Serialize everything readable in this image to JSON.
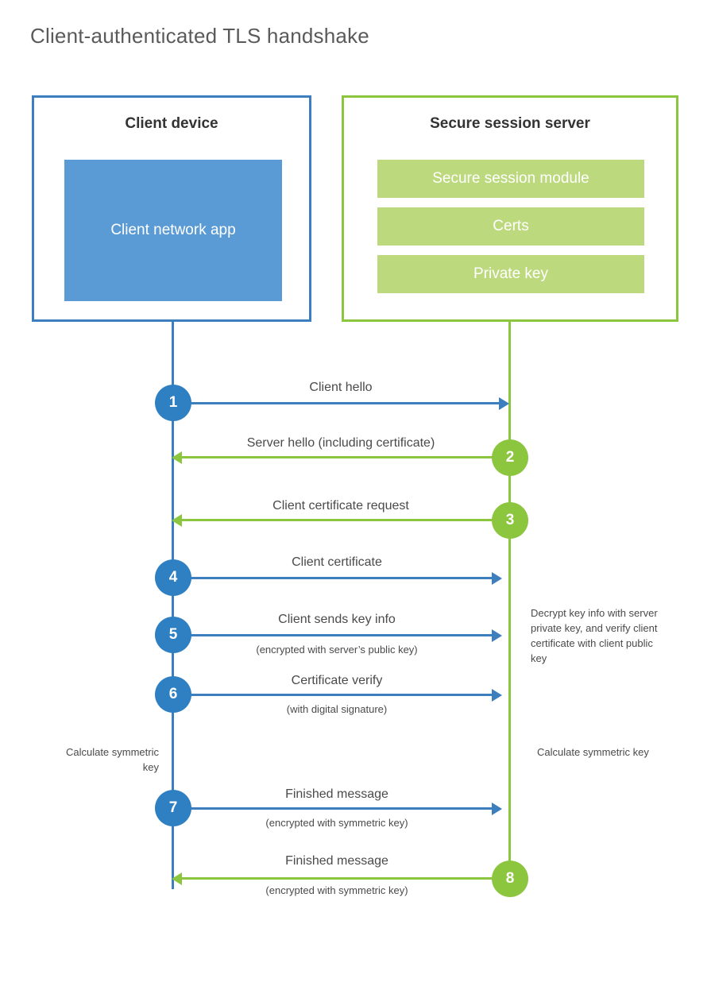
{
  "title": "Client-authenticated TLS handshake",
  "colors": {
    "blue_border": "#3c7ebe",
    "blue_fill": "#5b9bd5",
    "blue_circle": "#2f80c2",
    "green_border": "#8cc63f",
    "green_fill": "#bdd97e",
    "green_circle": "#8cc63f",
    "text": "#4a4a4a"
  },
  "actors": {
    "client": {
      "title": "Client device",
      "app_label": "Client network app"
    },
    "server": {
      "title": "Secure session server",
      "modules": [
        "Secure session module",
        "Certs",
        "Private key"
      ]
    }
  },
  "steps": [
    {
      "number": "1",
      "label": "Client hello",
      "sublabel": "",
      "direction": "right",
      "color": "blue"
    },
    {
      "number": "2",
      "label": "Server hello (including certificate)",
      "sublabel": "",
      "direction": "left",
      "color": "green"
    },
    {
      "number": "3",
      "label": "Client certificate request",
      "sublabel": "",
      "direction": "left",
      "color": "green"
    },
    {
      "number": "4",
      "label": "Client certificate",
      "sublabel": "",
      "direction": "right",
      "color": "blue"
    },
    {
      "number": "5",
      "label": "Client sends key info",
      "sublabel": "(encrypted with server’s public key)",
      "direction": "right",
      "color": "blue"
    },
    {
      "number": "6",
      "label": "Certificate verify",
      "sublabel": "(with digital signature)",
      "direction": "right",
      "color": "blue"
    },
    {
      "number": "7",
      "label": "Finished message",
      "sublabel": "(encrypted with symmetric key)",
      "direction": "right",
      "color": "blue"
    },
    {
      "number": "8",
      "label": "Finished message",
      "sublabel": "(encrypted with symmetric key)",
      "direction": "left",
      "color": "green"
    }
  ],
  "notes": {
    "server_decrypt": "Decrypt key info with server private key, and verify client certificate with client public key",
    "client_calc": "Calculate symmetric key",
    "server_calc": "Calculate symmetric key"
  }
}
